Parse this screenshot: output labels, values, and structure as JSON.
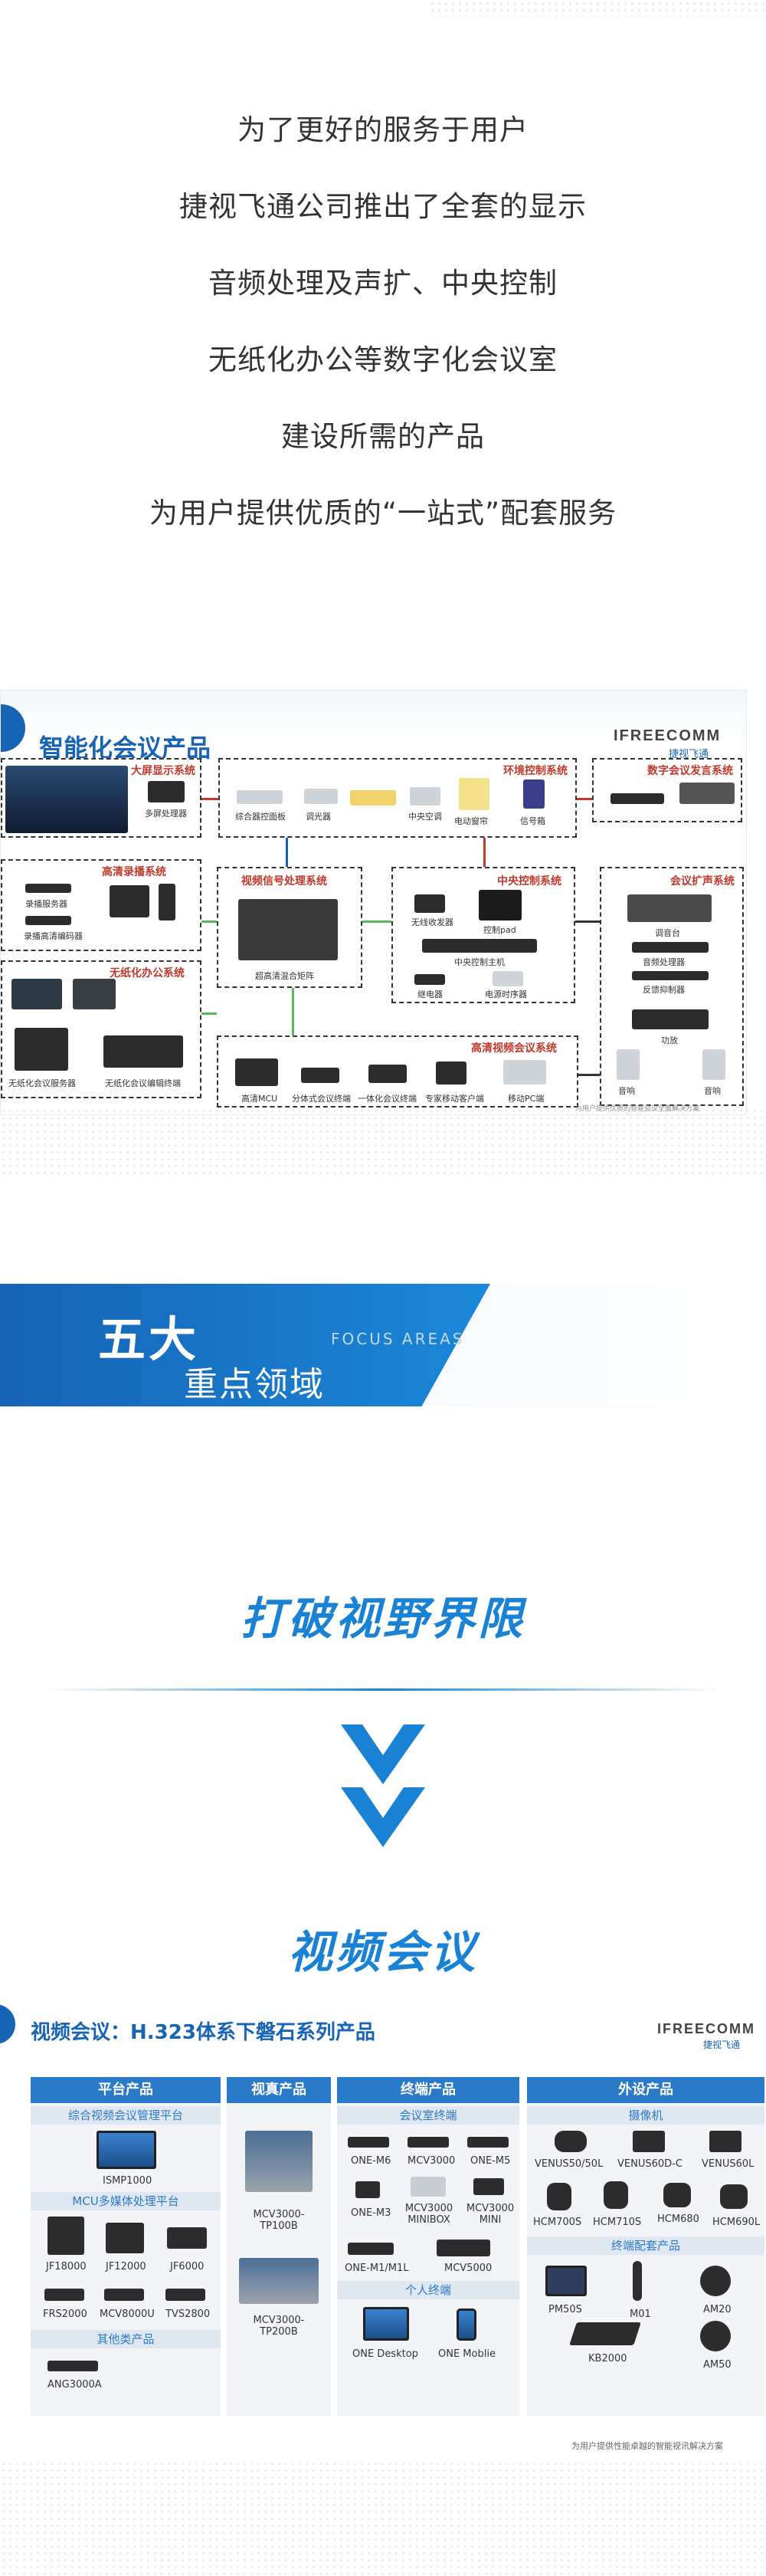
{
  "intro": {
    "lines": [
      "为了更好的服务于用户",
      "捷视飞通公司推出了全套的显示",
      "音频处理及声扩、中央控制",
      "无纸化办公等数字化会议室",
      "建设所需的产品",
      "为用户提供优质的“一站式”配套服务"
    ]
  },
  "smart_diagram": {
    "title": "智能化会议产品",
    "logo": "IFREECOMM",
    "logo_sub": "捷视飞通",
    "systems": {
      "large_display": "大屏显示系统",
      "env_control": "环境控制系统",
      "digital_conf": "数字会议发言系统",
      "hd_record": "高清录播系统",
      "video_signal": "视频信号处理系统",
      "central_control": "中央控制系统",
      "conf_sound": "会议扩声系统",
      "paperless": "无纸化办公系统",
      "hd_video_conf": "高清视频会议系统"
    },
    "devices": {
      "multi_screen": "多屏处理器",
      "matrix": "综合器控面板",
      "dimmer": "调光器",
      "ac": "中央空调",
      "curtain": "电动窗帘",
      "sensor": "信号箱",
      "recorder": "录播服务器",
      "record_sys": "录播高清编码器",
      "hd_matrix": "超高清混合矩阵",
      "wireless": "无线收发器",
      "touch": "控制pad",
      "host": "中央控制主机",
      "relay": "继电器",
      "power": "电源时序器",
      "mixer": "调音台",
      "processor": "音频处理器",
      "feedback": "反馈抑制器",
      "amp": "功放",
      "speaker1": "音响",
      "speaker2": "音响",
      "paperless_server": "无纸化会议服务器",
      "paperless_terminal": "无纸化会议编辑终端",
      "mcu": "高清MCU",
      "terminal_a": "分体式会议终端",
      "terminal_b": "一体化会议终端",
      "client": "专家移动客户端",
      "mobile": "移动PC端"
    },
    "footnote": "为用户提供优质的智能会议全面解决方案"
  },
  "banner": {
    "big": "五大",
    "sub": "重点领域",
    "en": "FOCUS AREAS"
  },
  "slogan": "打破视野界限",
  "section_title": "视频会议",
  "video_diagram": {
    "title": "视频会议：H.323体系下磐石系列产品",
    "logo": "IFREECOMM",
    "logo_sub": "捷视飞通",
    "columns": {
      "platform": {
        "head": "平台产品",
        "sub1": "综合视频会议管理平台",
        "sub2": "MCU多媒体处理平台",
        "sub3": "其他类产品",
        "items": [
          "ISMP1000",
          "JF18000",
          "JF12000",
          "JF6000",
          "FRS2000",
          "MCV8000U",
          "TVS2800",
          "ANG3000A"
        ]
      },
      "room": {
        "head": "视真产品",
        "items": [
          "MCV3000-TP100B",
          "MCV3000-TP200B"
        ]
      },
      "terminal": {
        "head": "终端产品",
        "sub1": "会议室终端",
        "sub2": "个人终端",
        "items": [
          "ONE-M6",
          "MCV3000",
          "ONE-M5",
          "ONE-M3",
          "MCV3000 MINIBOX",
          "MCV3000 MINI",
          "ONE-M1/M1L",
          "MCV5000",
          "ONE Desktop",
          "ONE Moblie"
        ]
      },
      "peripheral": {
        "head": "外设产品",
        "sub1": "摄像机",
        "sub2": "终端配套产品",
        "items": [
          "VENUS50/50L",
          "VENUS60D-C",
          "VENUS60L",
          "HCM700S",
          "HCM710S",
          "HCM680",
          "HCM690L",
          "PM50S",
          "M01",
          "AM20",
          "KB2000",
          "AM50"
        ]
      }
    },
    "footnote": "为用户提供性能卓越的智能视讯解决方案"
  },
  "colors": {
    "brand_blue": "#1763b5",
    "accent_blue": "#1a82d4",
    "system_label": "#c0392b"
  }
}
